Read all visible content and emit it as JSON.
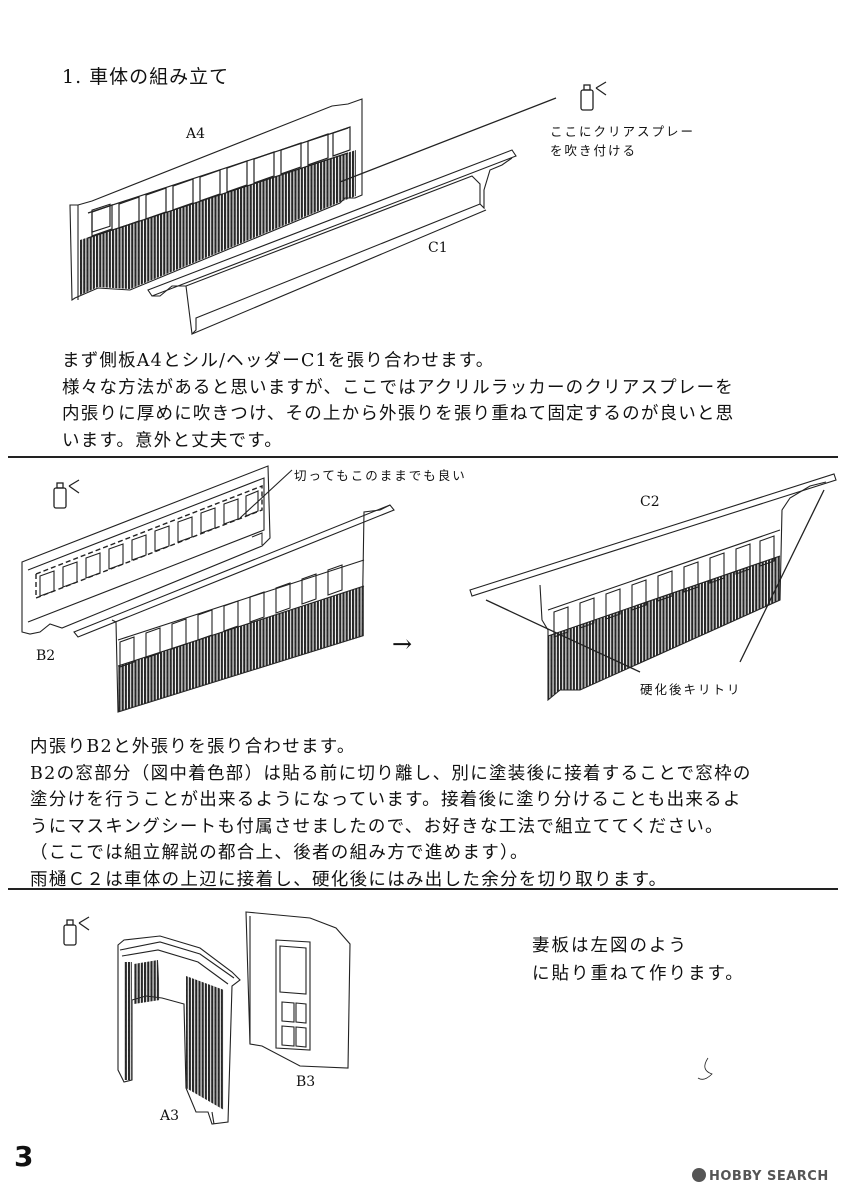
{
  "section": {
    "title": "1. 車体の組み立て"
  },
  "step1": {
    "part_a4": "A4",
    "part_c1": "C1",
    "spray_note": [
      "ここにクリアスプレー",
      "を吹き付ける"
    ],
    "text": [
      "まず側板A4とシル/ヘッダーC1を張り合わせます。",
      "様々な方法があると思いますが、ここではアクリルラッカーのクリアスプレーを",
      "内張りに厚めに吹きつけ、その上から外張りを張り重ねて固定するのが良いと思",
      "います。意外と丈夫です。"
    ]
  },
  "step2": {
    "part_b2": "B2",
    "part_c2": "C2",
    "cut_note": "切ってもこのままでも良い",
    "arrow": "→",
    "trim_note": "硬化後キリトリ",
    "text": [
      "内張りB2と外張りを張り合わせます。",
      "B2の窓部分（図中着色部）は貼る前に切り離し、別に塗装後に接着することで窓枠の",
      "塗分けを行うことが出来るようになっています。接着後に塗り分けることも出来るよ",
      "うにマスキングシートも付属させましたので、お好きな工法で組立ててください。",
      "（ここでは組立解説の都合上、後者の組み方で進めます）。",
      "雨樋Ｃ２は車体の上辺に接着し、硬化後にはみ出した余分を切り取ります。"
    ]
  },
  "step3": {
    "part_a3": "A3",
    "part_b3": "B3",
    "text": [
      "妻板は左図のよう",
      "に貼り重ねて作ります。"
    ]
  },
  "footer": {
    "page_number": "3",
    "watermark": "HOBBY SEARCH"
  }
}
